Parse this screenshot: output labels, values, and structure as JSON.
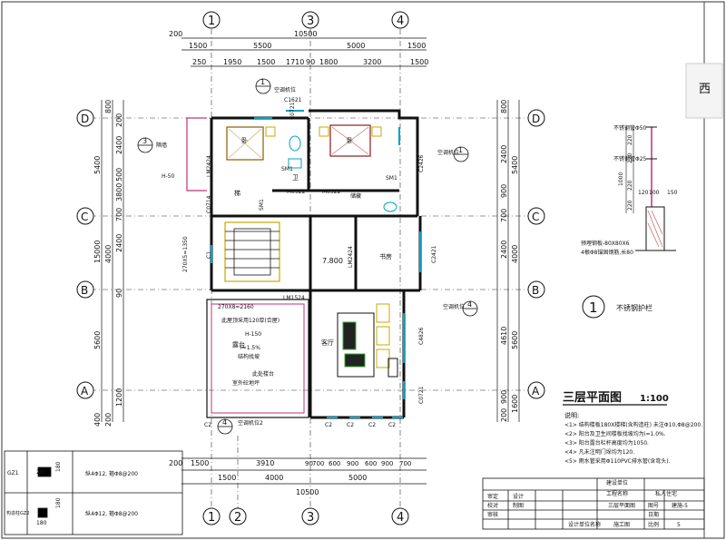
{
  "axes": {
    "top": [
      "1",
      "3",
      "4"
    ],
    "bottom": [
      "1",
      "2",
      "3",
      "4"
    ],
    "left": [
      "D",
      "C",
      "B",
      "A"
    ],
    "right": [
      "D",
      "C",
      "B",
      "A"
    ]
  },
  "dims": {
    "top_total": "10500",
    "top_row1": [
      "200",
      "1500",
      "5500",
      "5000",
      "1500"
    ],
    "top_row2": [
      "250",
      "1950",
      "1500",
      "1710",
      "90",
      "1800",
      "3200",
      "1500"
    ],
    "bottom_row1": [
      "200",
      "1500",
      "3910",
      "90",
      "700",
      "600",
      "900",
      "600",
      "900",
      "700"
    ],
    "bottom_row2": [
      "1500",
      "4000",
      "5000"
    ],
    "bottom_total": "10500",
    "left_outer": [
      "5400",
      "15000",
      "5600"
    ],
    "left_inner": [
      "800",
      "200",
      "2400",
      "500",
      "3800",
      "700",
      "2400",
      "4000",
      "90",
      "1200",
      "400",
      "200"
    ],
    "right_outer": [
      "5400",
      "4000",
      "5600"
    ],
    "right_inner": [
      "800",
      "2400",
      "900",
      "700",
      "2400",
      "4610",
      "900",
      "200",
      "1600"
    ]
  },
  "rooms": {
    "bedroom1": "卧",
    "bedroom2": "卧",
    "toilet": "卫",
    "stair": "梯",
    "living": "客厅",
    "study": "书房",
    "terrace": "露台",
    "storage": "储藏",
    "hall": "7.800"
  },
  "labels": {
    "doors": [
      "M0922",
      "M0922",
      "SM1",
      "SM1",
      "SM1",
      "C1621",
      "C0721",
      "C2426",
      "C2421",
      "C4826",
      "C0721",
      "LM2424",
      "LM2424",
      "LM1524",
      "C0714",
      "C1",
      "C2",
      "C2",
      "C2",
      "C2",
      "C2"
    ],
    "stair_text": "270X8=2160",
    "stair_left": "270X5=1350",
    "roof_note1": "此屋顶采用120厚(合屋)",
    "roof_note2": "H-150",
    "slope": "i=1.5%",
    "slope_note": "结构找坡",
    "terrace_note": "此处楼台",
    "terrace_note2": "室外砼地坪",
    "left_label": "H-50",
    "annotation_top": "空调机位",
    "annotation_right1": "空调机位",
    "annotation_right2": "空调机位",
    "annotation_left": "隔墙",
    "annotation_bottom": "空调机位2",
    "marker_1": "1",
    "marker_2": "1",
    "marker_3": "3",
    "marker_4": "4"
  },
  "detail": {
    "number": "1",
    "title": "不锈钢护栏",
    "notes": [
      "不锈钢管Φ50",
      "不锈钢管Φ25",
      "100",
      "120",
      "150",
      "1000",
      "220",
      "220",
      "220",
      "220"
    ],
    "base1": "预埋钢板-80X80X6",
    "base2": "4根Φ8锚固钢筋,长80"
  },
  "plan_title": "三层平面图",
  "plan_scale": "1:100",
  "notes_head": "说明:",
  "notes": [
    "<1> 结构楼板180X楼梯(含构造柱) 未注Φ10,Φ8@200.",
    "<2> 阳台及卫生间楼板找坡均为i=1.0%.",
    "<3> 阳台露台栏杆高度均为1050.",
    "<4> 凡未注明门垛均为120.",
    "<5> 雨水管采用Φ110PVC排水管(含弯头)."
  ],
  "legend": {
    "row1_code": "GZ1",
    "row1_dims": [
      "280",
      "180"
    ],
    "row1_spec": "纵4Φ12, 箍Φ8@200",
    "row2_code": "构造柱GZ2",
    "row2_dims": [
      "180",
      "180"
    ],
    "row2_spec": "纵4Φ12, 箍Φ8@200"
  },
  "titleblock": {
    "row_top1": "建设单位",
    "row_top2": "工程名称",
    "owner": "私人住宅",
    "drawing_name": "三层平面图",
    "labels": [
      "审定",
      "设计",
      "校对",
      "制图",
      "审核",
      "图号",
      "日期",
      "比例"
    ],
    "sheet_code": "建施-5",
    "sheet_no": "5",
    "stage": "施工图",
    "company": "设计单位名称"
  },
  "corner_label": "西"
}
